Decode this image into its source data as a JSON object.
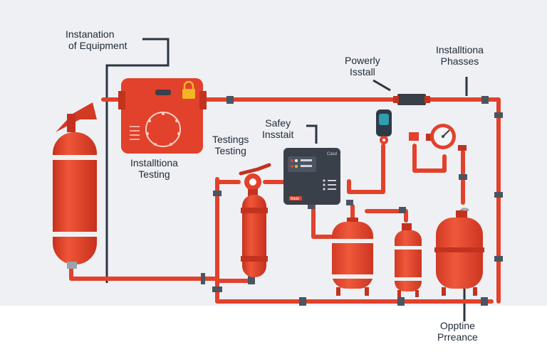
{
  "labels": {
    "installation_equipment": [
      "Instanation",
      "of Equipment"
    ],
    "installation_testing": [
      "Installtiona",
      "Testing"
    ],
    "testings": [
      "Testings",
      "Testing"
    ],
    "safety": [
      "Safey",
      "Insstait"
    ],
    "powerly": [
      "Powerly",
      "Isstall"
    ],
    "phases": [
      "Installtiona",
      "Phasses"
    ],
    "opptine": [
      "Opptine",
      "Prreance"
    ]
  },
  "panel": {
    "tag": "Casd",
    "indicator_text": "Bddd"
  },
  "colors": {
    "background": "#eef0f4",
    "floor": "#ffffff",
    "pipe": "#e2412b",
    "pipe_dark": "#c2321f",
    "control_box": "#3a4049",
    "lock": "#f3b525",
    "gauge_teal": "#2f9fb0"
  }
}
